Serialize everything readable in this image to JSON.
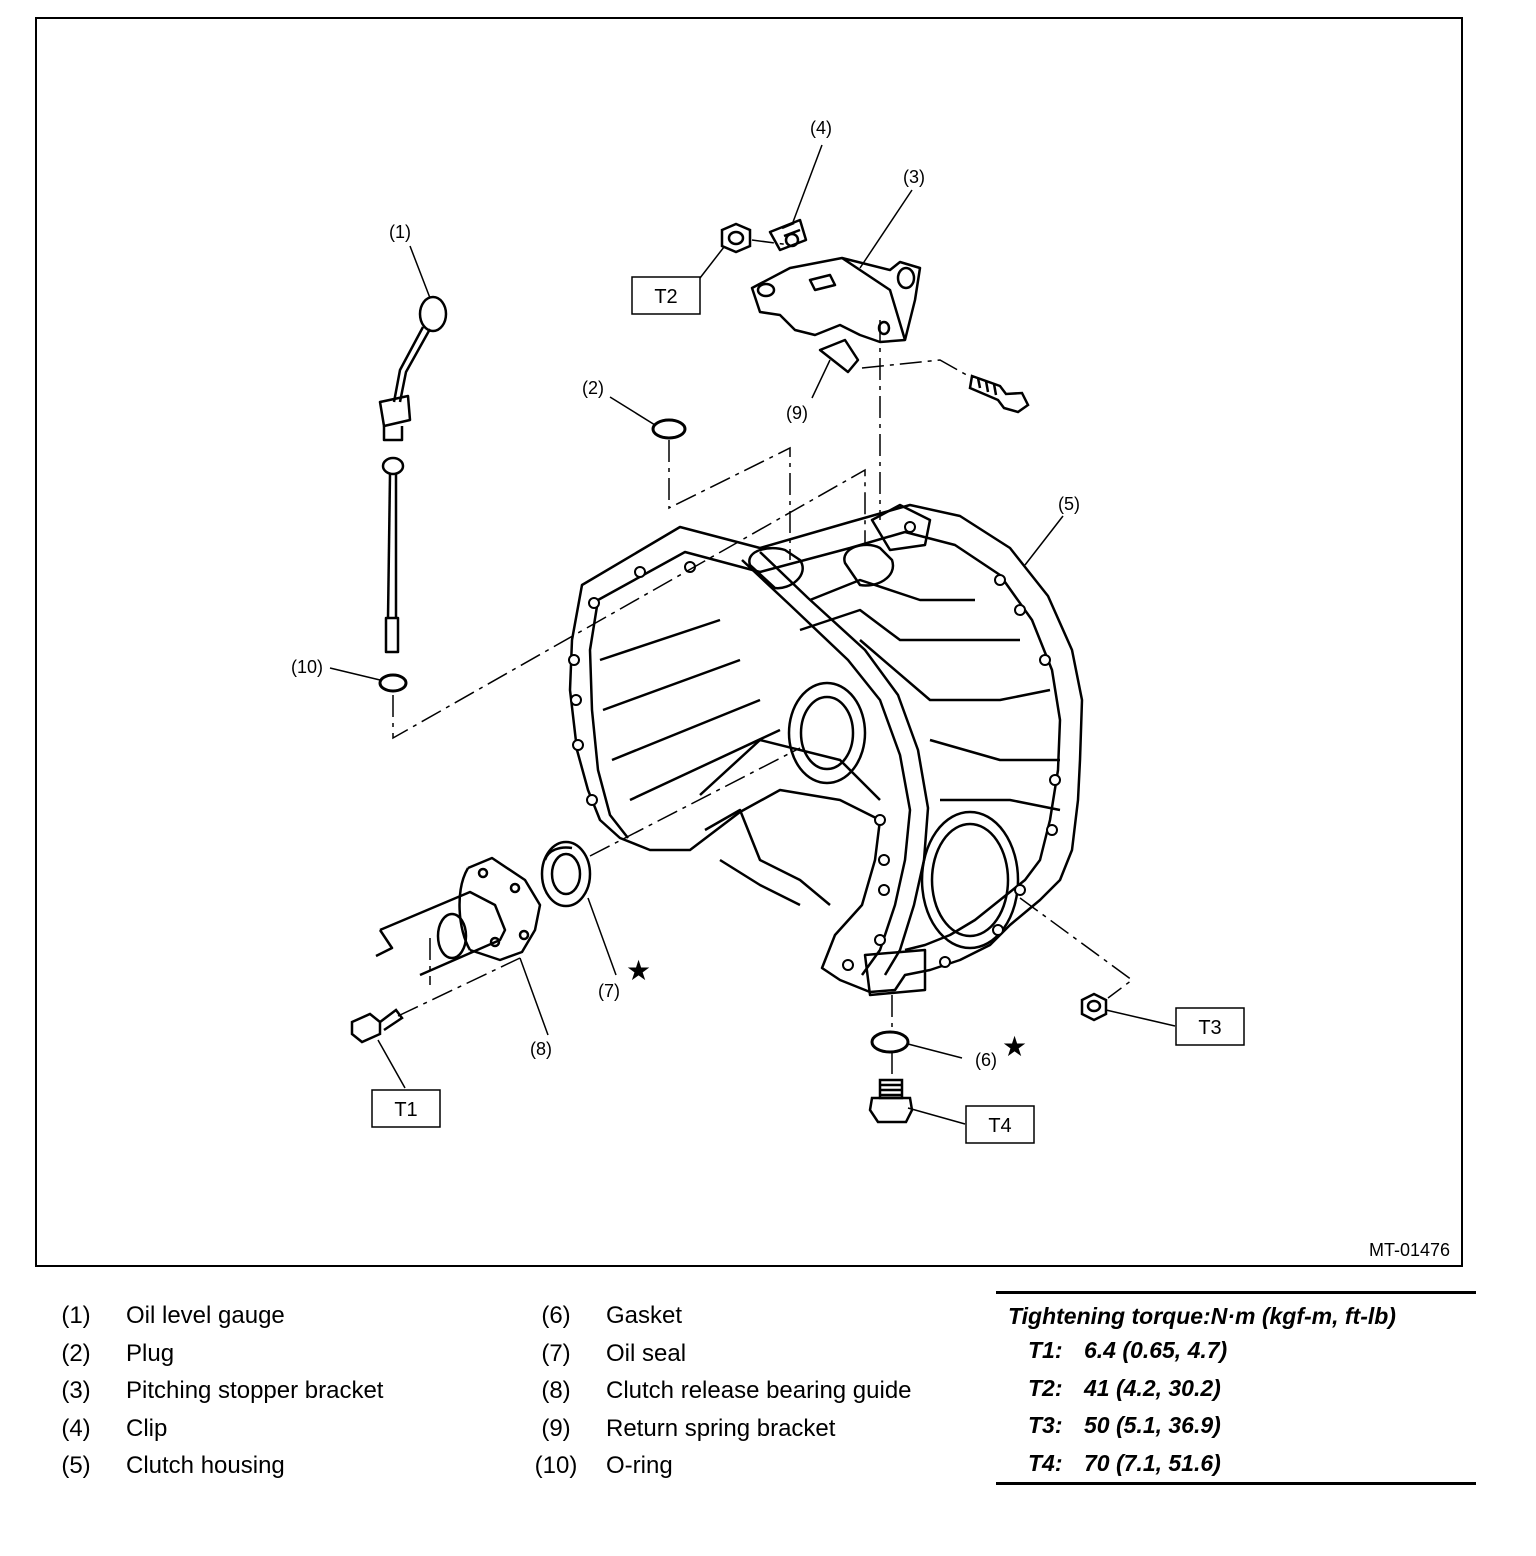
{
  "figure": {
    "id": "MT-01476",
    "callouts": {
      "c1": "(1)",
      "c2": "(2)",
      "c3": "(3)",
      "c4": "(4)",
      "c5": "(5)",
      "c6": "(6)",
      "c7": "(7)",
      "c8": "(8)",
      "c9": "(9)",
      "c10": "(10)"
    },
    "torque_tags": {
      "t1": "T1",
      "t2": "T2",
      "t3": "T3",
      "t4": "T4"
    },
    "star": "★"
  },
  "legend": {
    "items": [
      {
        "num": "(1)",
        "name": "Oil level gauge"
      },
      {
        "num": "(2)",
        "name": "Plug"
      },
      {
        "num": "(3)",
        "name": "Pitching stopper bracket"
      },
      {
        "num": "(4)",
        "name": "Clip"
      },
      {
        "num": "(5)",
        "name": "Clutch housing"
      },
      {
        "num": "(6)",
        "name": "Gasket"
      },
      {
        "num": "(7)",
        "name": "Oil seal"
      },
      {
        "num": "(8)",
        "name": "Clutch release bearing guide"
      },
      {
        "num": "(9)",
        "name": "Return spring bracket"
      },
      {
        "num": "(10)",
        "name": "O-ring"
      }
    ]
  },
  "torque": {
    "title": "Tightening torque:N·m (kgf-m, ft-lb)",
    "rows": [
      {
        "code": "T1:",
        "value": "6.4 (0.65, 4.7)"
      },
      {
        "code": "T2:",
        "value": "41 (4.2, 30.2)"
      },
      {
        "code": "T3:",
        "value": "50 (5.1, 36.9)"
      },
      {
        "code": "T4:",
        "value": "70 (7.1, 51.6)"
      }
    ]
  }
}
